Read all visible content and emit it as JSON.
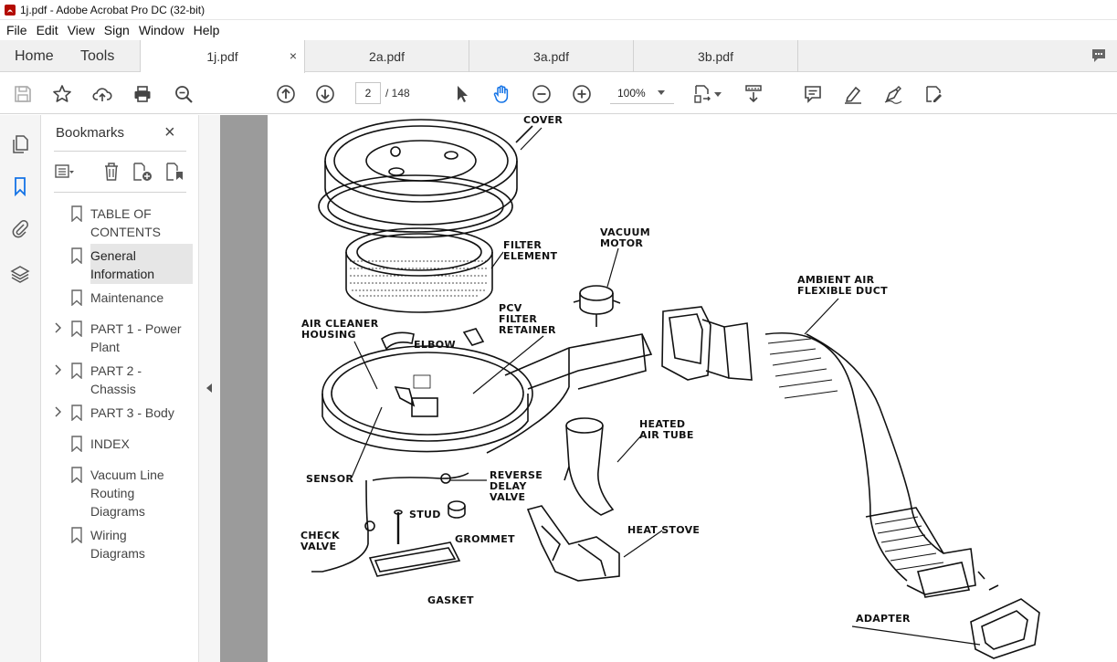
{
  "window": {
    "title": "1j.pdf - Adobe Acrobat Pro DC (32-bit)"
  },
  "menu": [
    "File",
    "Edit",
    "View",
    "Sign",
    "Window",
    "Help"
  ],
  "tabs": {
    "home": "Home",
    "tools": "Tools",
    "docs": [
      {
        "label": "1j.pdf",
        "active": true,
        "close": "×"
      },
      {
        "label": "2a.pdf",
        "active": false
      },
      {
        "label": "3a.pdf",
        "active": false
      },
      {
        "label": "3b.pdf",
        "active": false
      }
    ]
  },
  "toolbar": {
    "page_current": "2",
    "page_total": "/  148",
    "zoom": "100%",
    "icons": [
      "save-icon",
      "star-icon",
      "upload-icon",
      "print-icon",
      "search-zoom-icon",
      "page-up-icon",
      "page-down-icon",
      "select-arrow-icon",
      "hand-icon",
      "zoom-out-icon",
      "zoom-in-icon",
      "page-layout-icon",
      "scroll-mode-icon",
      "comment-icon",
      "highlight-icon",
      "sign-icon",
      "edit-pdf-icon"
    ]
  },
  "bookmarks": {
    "title": "Bookmarks",
    "close": "×",
    "items": [
      {
        "label": "TABLE OF\nCONTENTS",
        "expandable": false,
        "selected": false
      },
      {
        "label": "General\nInformation",
        "expandable": false,
        "selected": true
      },
      {
        "label": "Maintenance",
        "expandable": false,
        "selected": false
      },
      {
        "label": "PART 1 - Power\nPlant",
        "expandable": true,
        "selected": false
      },
      {
        "label": "PART 2 -\nChassis",
        "expandable": true,
        "selected": false
      },
      {
        "label": "PART 3 - Body",
        "expandable": true,
        "selected": false
      },
      {
        "label": "INDEX",
        "expandable": false,
        "selected": false
      },
      {
        "label": "Vacuum Line\nRouting\nDiagrams",
        "expandable": false,
        "selected": false
      },
      {
        "label": "Wiring\nDiagrams",
        "expandable": false,
        "selected": false
      }
    ]
  },
  "diagram": {
    "labels": {
      "cover": "COVER",
      "filter_element": "FILTER\nELEMENT",
      "vacuum_motor": "VACUUM\nMOTOR",
      "ambient_air_duct": "AMBIENT AIR\nFLEXIBLE DUCT",
      "air_cleaner_housing": "AIR CLEANER\nHOUSING",
      "pcv_filter_retainer": "PCV\nFILTER\nRETAINER",
      "elbow": "ELBOW",
      "heated_air_tube": "HEATED\nAIR TUBE",
      "sensor": "SENSOR",
      "reverse_delay_valve": "REVERSE\nDELAY\nVALVE",
      "check_valve": "CHECK\nVALVE",
      "stud": "STUD",
      "grommet": "GROMMET",
      "heat_stove": "HEAT STOVE",
      "gasket": "GASKET",
      "adapter": "ADAPTER"
    }
  }
}
